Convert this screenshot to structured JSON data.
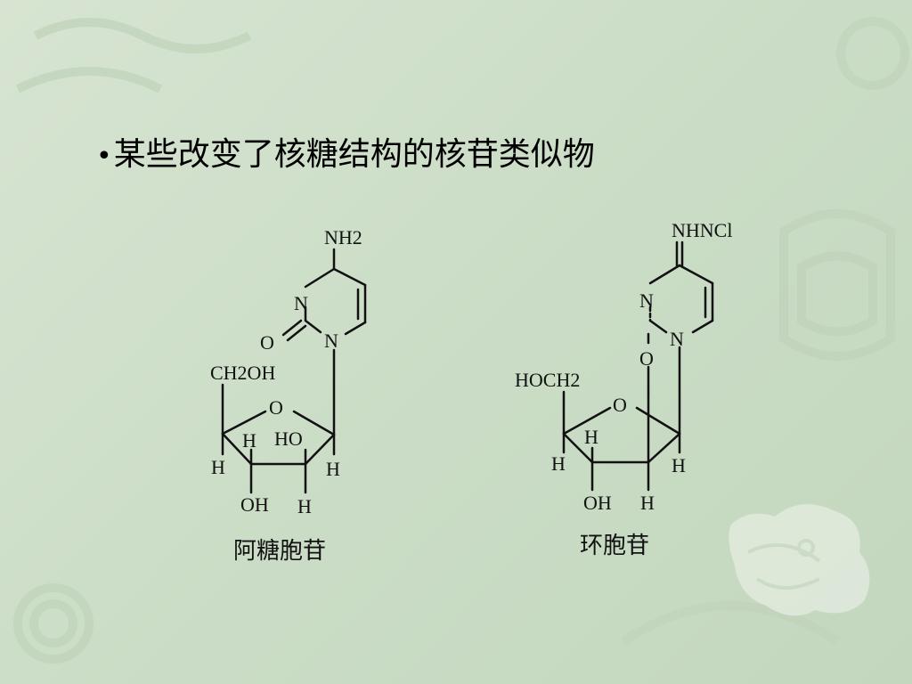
{
  "heading": {
    "bullet": "•",
    "text": "某些改变了核糖结构的核苷类似物"
  },
  "left_molecule": {
    "caption": "阿糖胞苷",
    "labels": {
      "nh2": "NH2",
      "n_ring": "N",
      "n1": "N",
      "carbonyl_o": "O",
      "ch2oh": "CH2OH",
      "ring_o": "O",
      "h_inner": "H",
      "ho": "HO",
      "h_left": "H",
      "h_right": "H",
      "oh": "OH",
      "h_bottom": "H"
    }
  },
  "right_molecule": {
    "caption": "环胞苷",
    "labels": {
      "nhncl": "NHNCl",
      "n_ring": "N",
      "n1": "N",
      "bridge_o": "O",
      "hoch2": "HOCH2",
      "ring_o": "O",
      "h_inner": "H",
      "h_left": "H",
      "h_right": "H",
      "oh": "OH",
      "h_bottom": "H"
    }
  },
  "colors": {
    "background": "#cfdfca",
    "ink": "#111111",
    "decoration": "#bccfb6"
  }
}
